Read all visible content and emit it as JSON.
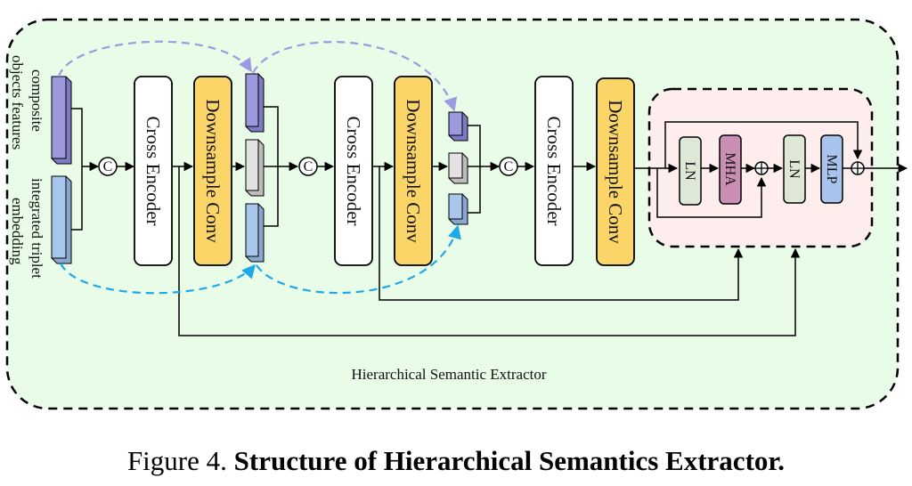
{
  "diagram": {
    "outer_label": "Hierarchical Semantic Extractor",
    "inputs": {
      "top": "composite objects features",
      "top_lines": [
        "composite",
        "objects features"
      ],
      "bottom_lines": [
        "integrated triplet",
        "embedding"
      ]
    },
    "concat_symbol": "C",
    "blocks": {
      "cross_encoder": "Cross Encoder",
      "downsample_conv": "Downsample Conv"
    },
    "transformer": {
      "ln1": "LN",
      "mha": "MHA",
      "ln2": "LN",
      "mlp": "MLP",
      "add_symbol": "⊕"
    },
    "colors": {
      "outer_bg": "#e9fce8",
      "inner_bg": "#fdeeed",
      "cross_encoder": "#ffffff",
      "downsample": "#fcd569",
      "ln": "#dde8d7",
      "mha": "#c98eb4",
      "mlp": "#a9c4ec",
      "feat_purple": "#9c99dc",
      "feat_gray": "#e2e2e2",
      "feat_blue": "#a9c6ec",
      "dash_purple": "#9c9ae0",
      "dash_blue": "#1fa8e8"
    }
  },
  "caption": {
    "prefix": "Figure 4.",
    "title": "Structure of Hierarchical Semantics Extractor."
  }
}
